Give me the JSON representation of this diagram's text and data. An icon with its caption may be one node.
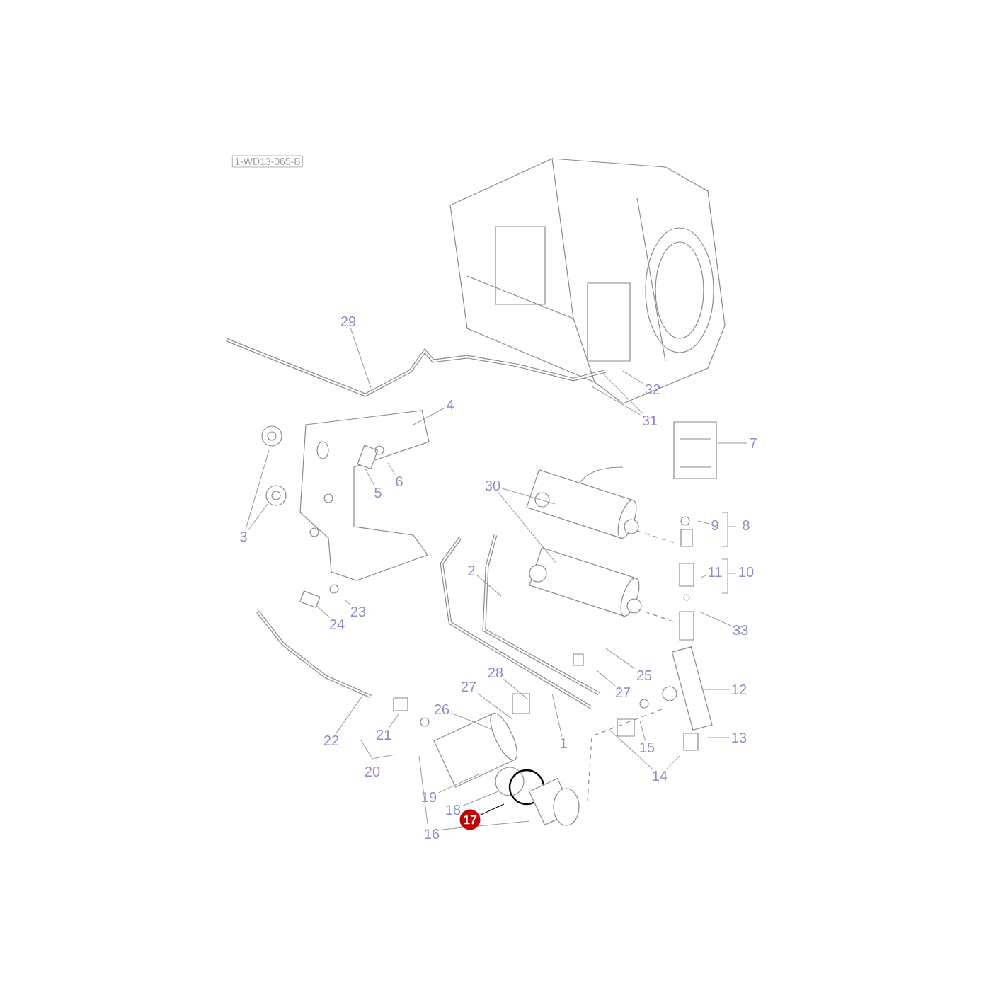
{
  "diagram": {
    "nodes": [
      {
        "text": [
          "1-WD13-065-B"
        ]
      },
      {
        "text": [
          "29"
        ]
      },
      {
        "text": [
          "4"
        ]
      },
      {
        "text": [
          "32"
        ]
      },
      {
        "text": [
          "31"
        ]
      },
      {
        "text": [
          "7"
        ]
      },
      {
        "text": [
          "3"
        ]
      },
      {
        "text": [
          "5"
        ]
      },
      {
        "text": [
          "6"
        ]
      },
      {
        "text": [
          "30"
        ]
      },
      {
        "text": [
          "9"
        ]
      },
      {
        "text": [
          "8"
        ]
      },
      {
        "text": [
          "11"
        ]
      },
      {
        "text": [
          "10"
        ]
      },
      {
        "text": [
          "33"
        ]
      },
      {
        "text": [
          "2"
        ]
      },
      {
        "text": [
          "24"
        ]
      },
      {
        "text": [
          "23"
        ]
      },
      {
        "text": [
          "25"
        ]
      },
      {
        "text": [
          "12"
        ]
      },
      {
        "text": [
          "27"
        ]
      },
      {
        "text": [
          "28"
        ]
      },
      {
        "text": [
          "27"
        ]
      },
      {
        "text": [
          "26"
        ]
      },
      {
        "text": [
          "1"
        ]
      },
      {
        "text": [
          "22"
        ]
      },
      {
        "text": [
          "21"
        ]
      },
      {
        "text": [
          "20"
        ]
      },
      {
        "text": [
          "15"
        ]
      },
      {
        "text": [
          "14"
        ]
      },
      {
        "text": [
          "13"
        ]
      },
      {
        "text": [
          "19"
        ]
      },
      {
        "text": [
          "18"
        ]
      },
      {
        "text": [
          "17"
        ]
      },
      {
        "text": [
          "16"
        ]
      }
    ],
    "edges": [
      {
        "from": 1,
        "to": null,
        "arrow": "none"
      },
      {
        "from": 2,
        "to": null,
        "arrow": "none"
      },
      {
        "from": 3,
        "to": null,
        "arrow": "none"
      },
      {
        "from": 4,
        "to": null,
        "arrow": "none"
      },
      {
        "from": 4,
        "to": null,
        "arrow": "none"
      },
      {
        "from": 5,
        "to": null,
        "arrow": "none"
      },
      {
        "from": 6,
        "to": null,
        "arrow": "none"
      },
      {
        "from": 6,
        "to": null,
        "arrow": "none"
      },
      {
        "from": 7,
        "to": null,
        "arrow": "none"
      },
      {
        "from": 8,
        "to": null,
        "arrow": "none"
      },
      {
        "from": 9,
        "to": null,
        "arrow": "none"
      },
      {
        "from": 9,
        "to": null,
        "arrow": "none"
      },
      {
        "from": 10,
        "to": null,
        "arrow": "none"
      },
      {
        "from": 12,
        "to": null,
        "arrow": "none"
      },
      {
        "from": 14,
        "to": null,
        "arrow": "none"
      },
      {
        "from": 15,
        "to": null,
        "arrow": "none"
      },
      {
        "from": 16,
        "to": null,
        "arrow": "none"
      },
      {
        "from": 17,
        "to": null,
        "arrow": "none"
      },
      {
        "from": 18,
        "to": null,
        "arrow": "none"
      },
      {
        "from": 19,
        "to": null,
        "arrow": "none"
      },
      {
        "from": 20,
        "to": null,
        "arrow": "none"
      },
      {
        "from": 21,
        "to": null,
        "arrow": "none"
      },
      {
        "from": 22,
        "to": null,
        "arrow": "none"
      },
      {
        "from": 23,
        "to": null,
        "arrow": "none"
      },
      {
        "from": 24,
        "to": null,
        "arrow": "none"
      },
      {
        "from": 25,
        "to": null,
        "arrow": "none"
      },
      {
        "from": 26,
        "to": null,
        "arrow": "none"
      },
      {
        "from": 28,
        "to": null,
        "arrow": "none"
      },
      {
        "from": 29,
        "to": null,
        "arrow": "none"
      },
      {
        "from": 29,
        "to": null,
        "arrow": "none"
      },
      {
        "from": 30,
        "to": null,
        "arrow": "none"
      },
      {
        "from": 31,
        "to": null,
        "arrow": "none"
      },
      {
        "from": 32,
        "to": null,
        "arrow": "none"
      },
      {
        "from": 33,
        "to": null,
        "arrow": "none",
        "color": "#000000"
      }
    ]
  }
}
